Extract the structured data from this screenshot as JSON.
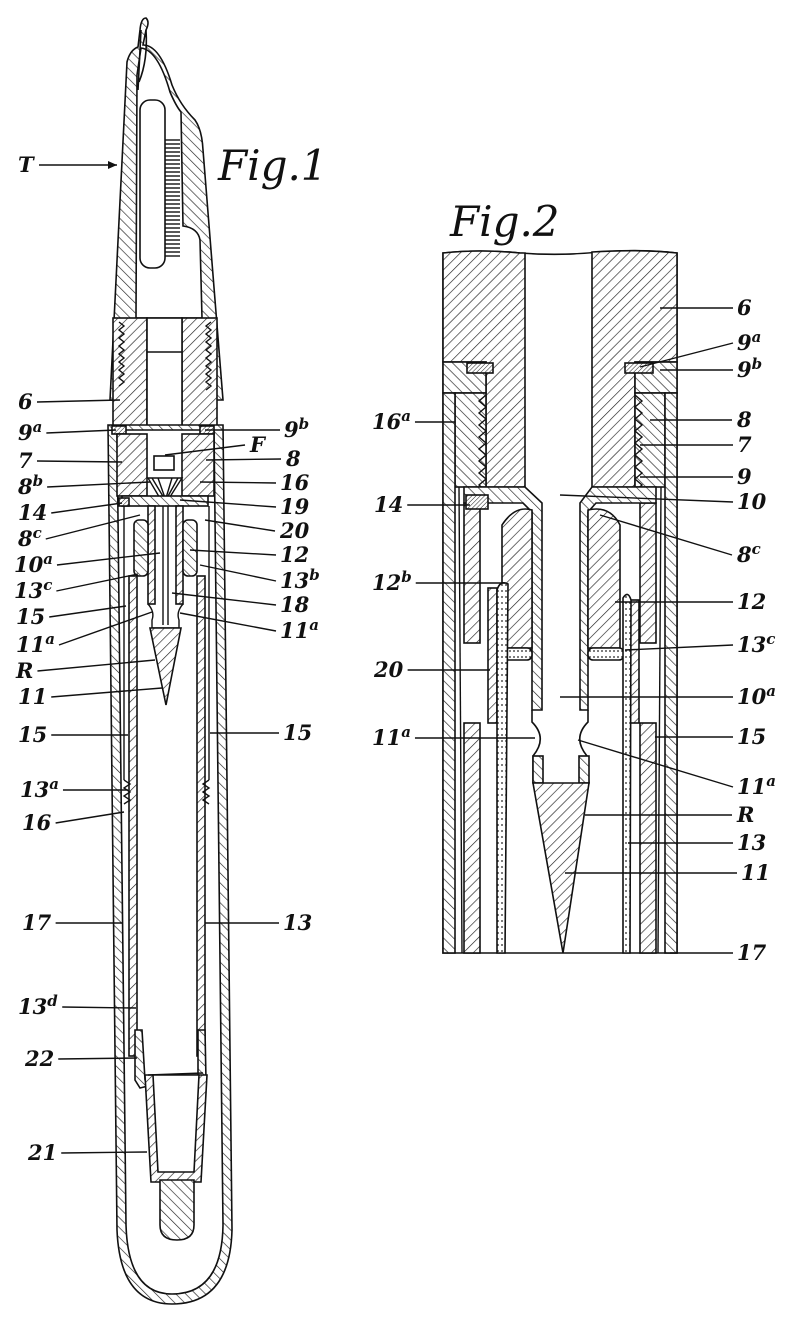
{
  "fig1": {
    "title": "Fig.1",
    "labels": [
      {
        "id": "f1-T",
        "num": "T",
        "sup": ""
      },
      {
        "id": "f1-6",
        "num": "6",
        "sup": ""
      },
      {
        "id": "f1-9a",
        "num": "9",
        "sup": "a"
      },
      {
        "id": "f1-7",
        "num": "7",
        "sup": ""
      },
      {
        "id": "f1-8b",
        "num": "8",
        "sup": "b"
      },
      {
        "id": "f1-14",
        "num": "14",
        "sup": ""
      },
      {
        "id": "f1-8c",
        "num": "8",
        "sup": "c"
      },
      {
        "id": "f1-10a",
        "num": "10",
        "sup": "a"
      },
      {
        "id": "f1-13c",
        "num": "13",
        "sup": "c"
      },
      {
        "id": "f1-15a",
        "num": "15",
        "sup": ""
      },
      {
        "id": "f1-11aL",
        "num": "11",
        "sup": "a"
      },
      {
        "id": "f1-R",
        "num": "R",
        "sup": ""
      },
      {
        "id": "f1-11",
        "num": "11",
        "sup": ""
      },
      {
        "id": "f1-15b",
        "num": "15",
        "sup": ""
      },
      {
        "id": "f1-13a",
        "num": "13",
        "sup": "a"
      },
      {
        "id": "f1-16b",
        "num": "16",
        "sup": ""
      },
      {
        "id": "f1-17",
        "num": "17",
        "sup": ""
      },
      {
        "id": "f1-13d",
        "num": "13",
        "sup": "d"
      },
      {
        "id": "f1-22",
        "num": "22",
        "sup": ""
      },
      {
        "id": "f1-21",
        "num": "21",
        "sup": ""
      },
      {
        "id": "f1-9b",
        "num": "9",
        "sup": "b"
      },
      {
        "id": "f1-F",
        "num": "F",
        "sup": ""
      },
      {
        "id": "f1-8",
        "num": "8",
        "sup": ""
      },
      {
        "id": "f1-16",
        "num": "16",
        "sup": ""
      },
      {
        "id": "f1-19",
        "num": "19",
        "sup": ""
      },
      {
        "id": "f1-20",
        "num": "20",
        "sup": ""
      },
      {
        "id": "f1-12",
        "num": "12",
        "sup": ""
      },
      {
        "id": "f1-13b",
        "num": "13",
        "sup": "b"
      },
      {
        "id": "f1-18",
        "num": "18",
        "sup": ""
      },
      {
        "id": "f1-11aR",
        "num": "11",
        "sup": "a"
      },
      {
        "id": "f1-15c",
        "num": "15",
        "sup": ""
      },
      {
        "id": "f1-13",
        "num": "13",
        "sup": ""
      }
    ]
  },
  "fig2": {
    "title": "Fig.2",
    "labels": [
      {
        "id": "f2-6",
        "num": "6",
        "sup": ""
      },
      {
        "id": "f2-9a",
        "num": "9",
        "sup": "a"
      },
      {
        "id": "f2-9b",
        "num": "9",
        "sup": "b"
      },
      {
        "id": "f2-8",
        "num": "8",
        "sup": ""
      },
      {
        "id": "f2-7",
        "num": "7",
        "sup": ""
      },
      {
        "id": "f2-9",
        "num": "9",
        "sup": ""
      },
      {
        "id": "f2-10",
        "num": "10",
        "sup": ""
      },
      {
        "id": "f2-8c",
        "num": "8",
        "sup": "c"
      },
      {
        "id": "f2-12",
        "num": "12",
        "sup": ""
      },
      {
        "id": "f2-13c",
        "num": "13",
        "sup": "c"
      },
      {
        "id": "f2-10a",
        "num": "10",
        "sup": "a"
      },
      {
        "id": "f2-15",
        "num": "15",
        "sup": ""
      },
      {
        "id": "f2-11aR",
        "num": "11",
        "sup": "a"
      },
      {
        "id": "f2-R",
        "num": "R",
        "sup": ""
      },
      {
        "id": "f2-13",
        "num": "13",
        "sup": ""
      },
      {
        "id": "f2-11",
        "num": "11",
        "sup": ""
      },
      {
        "id": "f2-17",
        "num": "17",
        "sup": ""
      },
      {
        "id": "f2-16a",
        "num": "16",
        "sup": "a"
      },
      {
        "id": "f2-14",
        "num": "14",
        "sup": ""
      },
      {
        "id": "f2-12b",
        "num": "12",
        "sup": "b"
      },
      {
        "id": "f2-20",
        "num": "20",
        "sup": ""
      },
      {
        "id": "f2-11aL",
        "num": "11",
        "sup": "a"
      }
    ]
  }
}
